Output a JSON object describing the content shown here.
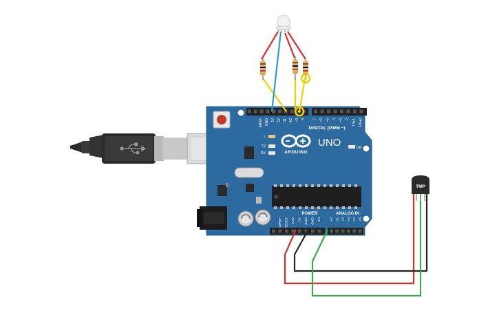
{
  "board": {
    "brand": "UNO",
    "logo_text": "ARDUINO",
    "digital_label": "DIGITAL (PWM ~)",
    "digital_pins": [
      "AREF",
      "GND",
      "13",
      "12",
      "~11",
      "~10",
      "~9",
      "8",
      "7",
      "~6",
      "~5",
      "4",
      "~3",
      "2",
      "TX▸1",
      "RX◂0"
    ],
    "power_label": "POWER",
    "power_pins": [
      "IOREF",
      "RESET",
      "3.3V",
      "5V",
      "GND",
      "GND",
      "Vin"
    ],
    "analog_label": "ANALOG IN",
    "analog_pins": [
      "A0",
      "A1",
      "A2",
      "A3",
      "A4",
      "A5"
    ],
    "led_labels": [
      "L",
      "TX",
      "RX"
    ],
    "on_label": "ON"
  },
  "sensor": {
    "label": "TMP"
  },
  "colors": {
    "board": "#2d6a9f",
    "wire_red": "#d62c2c",
    "wire_black": "#222222",
    "wire_green": "#3aa94a",
    "wire_yellow": "#f0d000",
    "wire_blue": "#2a9ad0"
  },
  "icons": [
    "usb-symbol-icon",
    "infinity-logo-icon"
  ]
}
